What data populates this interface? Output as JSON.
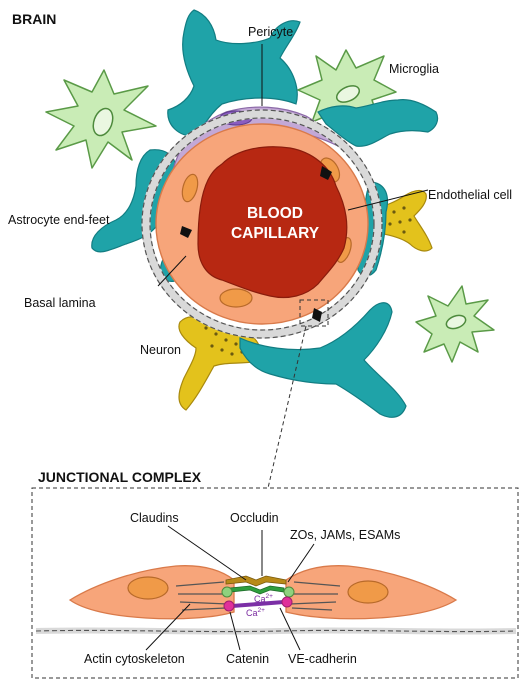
{
  "title": "BRAIN",
  "center_label": {
    "line1": "BLOOD",
    "line2": "CAPILLARY"
  },
  "labels": {
    "pericyte": "Pericyte",
    "microglia": "Microglia",
    "endothelial_cell": "Endothelial cell",
    "astrocyte_end_feet": "Astrocyte end-feet",
    "basal_lamina": "Basal lamina",
    "neuron": "Neuron"
  },
  "junction": {
    "title": "JUNCTIONAL COMPLEX",
    "claudins": "Claudins",
    "occludin": "Occludin",
    "zos": "ZOs, JAMs, ESAMs",
    "actin": "Actin cytoskeleton",
    "catenin": "Catenin",
    "ve_cadherin": "VE-cadherin",
    "ca_ion": "Ca",
    "ca_charge": "2+"
  },
  "colors": {
    "astrocyte": "#1fa3a8",
    "astrocyte_edge": "#127d82",
    "pericyte": "#c3a8d6",
    "pericyte_nucleus": "#8a5cc0",
    "microglia": "#c9ecb6",
    "microglia_edge": "#5a9a47",
    "neuron": "#e3c21c",
    "endothelium": "#f7a57a",
    "endothelium_edge": "#d97a4a",
    "lumen": "#b72812",
    "nucleus": "#f09a48",
    "claudin": "#2e9e3e",
    "occludin": "#b88a18",
    "catenin": "#e0309a",
    "cadherin": "#7b2fa6"
  }
}
